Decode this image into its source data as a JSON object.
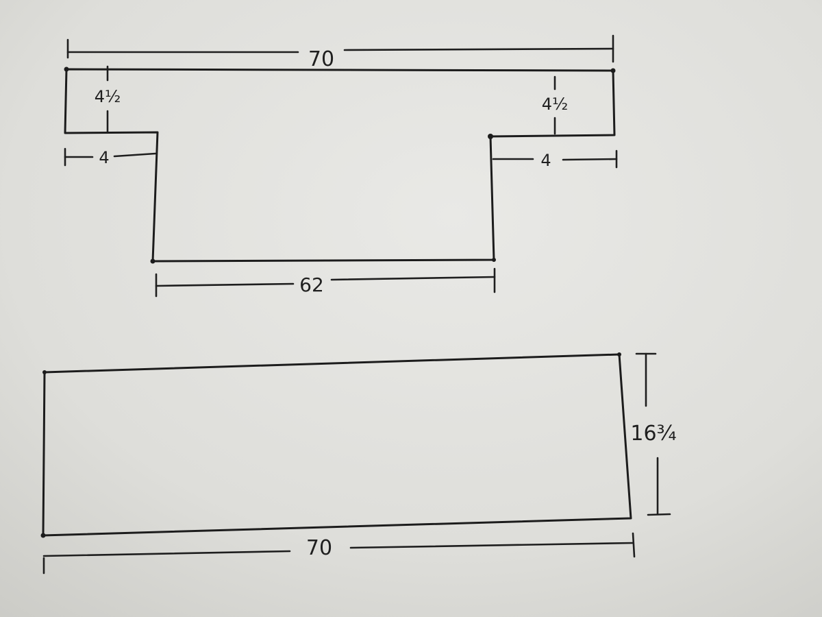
{
  "colors": {
    "paper": "#dcdcd8",
    "ink": "#1c1c1c"
  },
  "top_shape": {
    "overall_width": "70",
    "left_flange_height": "4½",
    "right_flange_height": "4½",
    "left_flange_width": "4",
    "right_flange_width": "4",
    "bottom_width": "62"
  },
  "bottom_shape": {
    "width": "70",
    "height": "16¾"
  }
}
